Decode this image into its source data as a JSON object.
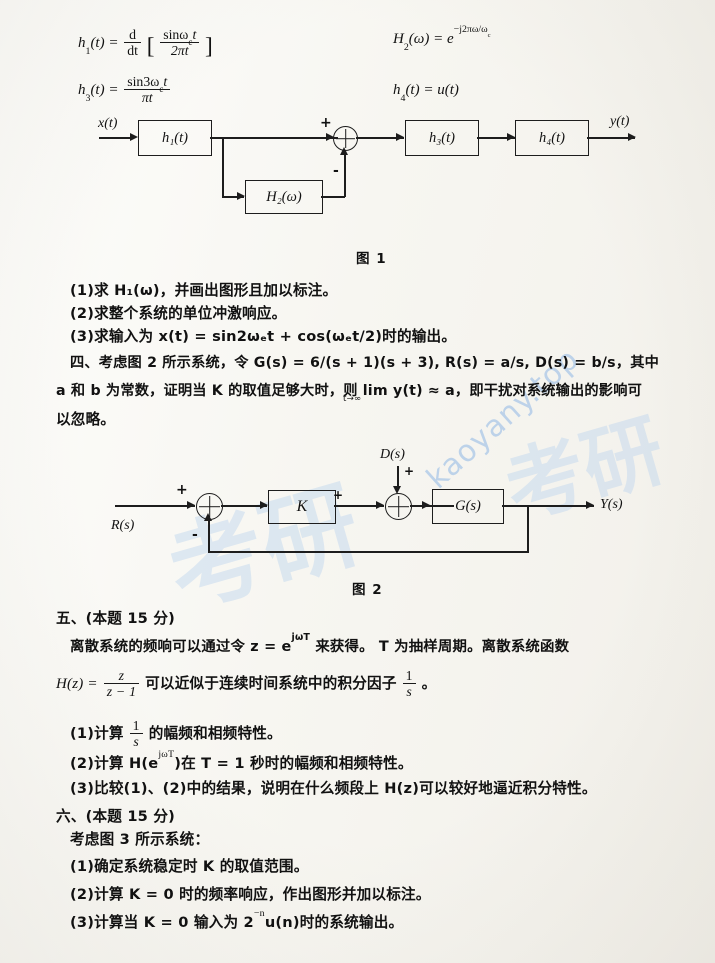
{
  "document": {
    "type": "scanned-exam-paper",
    "language": "zh-CN",
    "watermark": "kaoyany.top",
    "watermark_cn": "考研",
    "page_background": "#fbfaf7",
    "ink_color": "#1d1d1d",
    "watermark_color": "#a8c6e8"
  },
  "formulas": {
    "h1_lhs": "h",
    "h1_sub": "1",
    "h1_arg": "(t) =",
    "h1_dd_num": "d",
    "h1_dd_den": "dt",
    "h1_inner_num": "sinω",
    "h1_inner_num_sub": "c",
    "h1_inner_num_tail": "t",
    "h1_inner_den": "2πt",
    "h2_label": "H",
    "h2_sub": "2",
    "h2_body": "(ω) = e",
    "h2_exp": "−j2πω/ω",
    "h2_exp_sub": "c",
    "h3_lhs": "h",
    "h3_sub": "3",
    "h3_arg": "(t) =",
    "h3_num": "sin3ω",
    "h3_num_sub": "c",
    "h3_num_tail": "t",
    "h3_den": "πt",
    "h4_label": "h",
    "h4_sub": "4",
    "h4_body": "(t) = u(t)"
  },
  "figure1": {
    "caption": "图 1",
    "input_label": "x(t)",
    "output_label": "y(t)",
    "block_h1": "h₁(t)",
    "block_h2": "H₂(ω)",
    "block_h3": "h₃(t)",
    "block_h4": "h₄(t)",
    "sum_plus": "+",
    "sum_minus": "-",
    "sum_symbol": "+"
  },
  "questions_three": {
    "q1": "(1)求 H₁(ω)，并画出图形且加以标注。",
    "q2": "(2)求整个系统的单位冲激响应。",
    "q3": "(3)求输入为 x(t) = sin2ωₑt + cos(ωₑt/2)时的输出。"
  },
  "section_four": {
    "line1": "四、考虑图 2 所示系统，令 G(s) = 6/(s + 1)(s + 3), R(s) = a/s, D(s) = b/s，其中",
    "line2": "a 和 b 为常数，证明当 K 的取值足够大时，则 lim y(t) ≈ a，即干扰对系统输出的影响可",
    "line2_limsub": "t→∞",
    "line3": "以忽略。"
  },
  "figure2": {
    "caption": "图 2",
    "input_label": "R(s)",
    "output_label": "Y(s)",
    "disturbance_label": "D(s)",
    "block_k": "K",
    "block_g": "G(s)",
    "sum1_plus": "+",
    "sum1_minus": "-",
    "sum2_plus_left": "+",
    "sum2_plus_top": "+"
  },
  "section_five": {
    "heading": "五、(本题 15 分)",
    "para_a": "离散系统的频响可以通过令 z = e",
    "para_a_exp": "jωT",
    "para_b": " 来获得。 T 为抽样周期。离散系统函数",
    "hz_lhs": "H(z) =",
    "hz_num": "z",
    "hz_den": "z − 1",
    "hz_mid": "可以近似于连续时间系统中的积分因子",
    "hz_frac_num": "1",
    "hz_frac_den": "s",
    "hz_tail": "。",
    "q1_pre": "(1)计算",
    "q1_num": "1",
    "q1_den": "s",
    "q1_post": "的幅频和相频特性。",
    "q2_pre": "(2)计算 H(e",
    "q2_exp": "jωT",
    "q2_post": ")在 T = 1 秒时的幅频和相频特性。",
    "q3": "(3)比较(1)、(2)中的结果，说明在什么频段上 H(z)可以较好地逼近积分特性。"
  },
  "section_six": {
    "heading": "六、(本题 15 分)",
    "intro": "考虑图 3 所示系统：",
    "q1": "(1)确定系统稳定时 K 的取值范围。",
    "q2": "(2)计算 K = 0 时的频率响应，作出图形并加以标注。",
    "q3_pre": "(3)计算当 K = 0 输入为 2",
    "q3_exp": "−n",
    "q3_post": "u(n)时的系统输出。"
  }
}
